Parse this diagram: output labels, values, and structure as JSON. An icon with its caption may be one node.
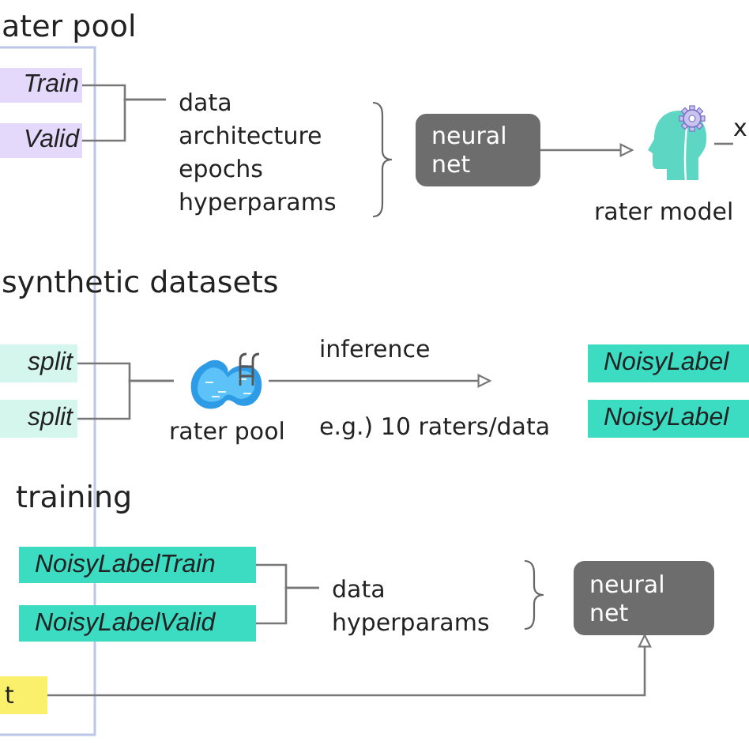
{
  "diagram": {
    "nodes": [
      {
        "text": [
          "Train"
        ]
      },
      {
        "text": [
          "Valid"
        ]
      },
      {
        "text": [
          "data architecture epochs hyperparams"
        ]
      },
      {
        "text": [
          "neural net"
        ]
      },
      {
        "text": [],
        "shape": "picture",
        "beside": [
          "rater model"
        ]
      },
      {
        "text": [
          "split"
        ]
      },
      {
        "text": [
          "split"
        ]
      },
      {
        "text": [],
        "shape": "picture",
        "beside": [
          "rater pool"
        ]
      },
      {
        "text": [
          "NoisyLabel"
        ]
      },
      {
        "text": [
          "NoisyLabel"
        ]
      },
      {
        "text": [
          "NoisyLabelTrain"
        ]
      },
      {
        "text": [
          "NoisyLabelValid"
        ]
      },
      {
        "text": [
          "data hyperparams"
        ]
      },
      {
        "text": [
          "neural net"
        ]
      },
      {
        "text": [
          "t"
        ]
      },
      {
        "text": [
          "x"
        ]
      }
    ],
    "edges": [
      {
        "from": 0,
        "to": 2,
        "arrow": "none"
      },
      {
        "from": 1,
        "to": 2,
        "arrow": "none"
      },
      {
        "from": 3,
        "to": 4,
        "arrow": "to"
      },
      {
        "from": 4,
        "to": 15,
        "arrow": "none"
      },
      {
        "from": 5,
        "to": 7,
        "arrow": "none"
      },
      {
        "from": 6,
        "to": 7,
        "arrow": "none"
      },
      {
        "from": 7,
        "to": null,
        "arrow": "to",
        "label": "inference"
      },
      {
        "from": 10,
        "to": 12,
        "arrow": "none"
      },
      {
        "from": 11,
        "to": 12,
        "arrow": "none"
      },
      {
        "from": 14,
        "to": 13,
        "arrow": "to"
      }
    ],
    "labels": [
      "ater pool",
      "synthetic datasets",
      "e.g.) 10 raters/data",
      "training"
    ]
  }
}
